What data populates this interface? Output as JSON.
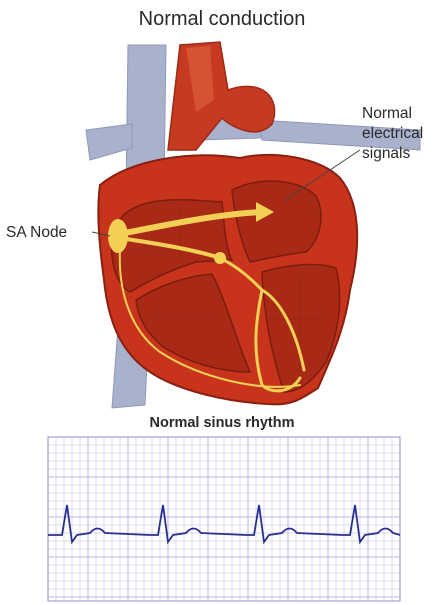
{
  "title": "Normal conduction",
  "sa_node_label": "SA Node",
  "signals_label": [
    "Normal",
    "electrical",
    "signals"
  ],
  "ecg_title": "Normal sinus rhythm",
  "colors": {
    "heart_outer": "#c8331c",
    "heart_inner": "#a82a16",
    "vessel_blue": "#a9b2cd",
    "conduction": "#f2cf55",
    "grid": "#b9b7e6",
    "trace": "#2a2f8f"
  }
}
